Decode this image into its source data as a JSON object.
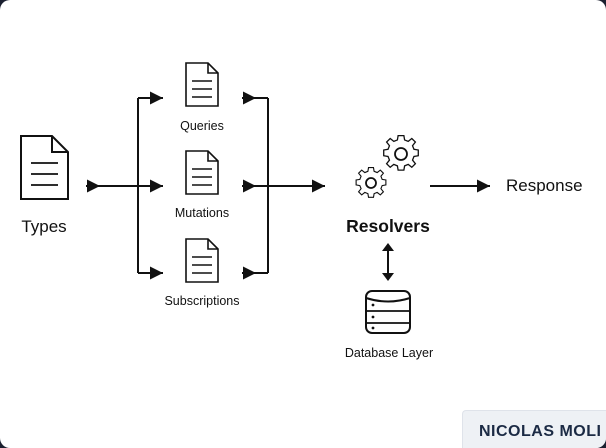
{
  "diagram": {
    "input": {
      "label": "Types",
      "icon": "document-icon"
    },
    "operations": [
      {
        "label": "Queries",
        "icon": "document-icon"
      },
      {
        "label": "Mutations",
        "icon": "document-icon"
      },
      {
        "label": "Subscriptions",
        "icon": "document-icon"
      }
    ],
    "processor": {
      "label": "Resolvers",
      "icon": "gears-icon"
    },
    "storage": {
      "label": "Database Layer",
      "icon": "database-icon"
    },
    "output": {
      "label": "Response"
    }
  },
  "footer": {
    "author": "NICOLAS MOLI"
  },
  "colors": {
    "ink": "#111111",
    "background": "#ffffff",
    "outer": "#1b2030",
    "footer_bg": "#eef1f5",
    "footer_text": "#1b2a44"
  }
}
